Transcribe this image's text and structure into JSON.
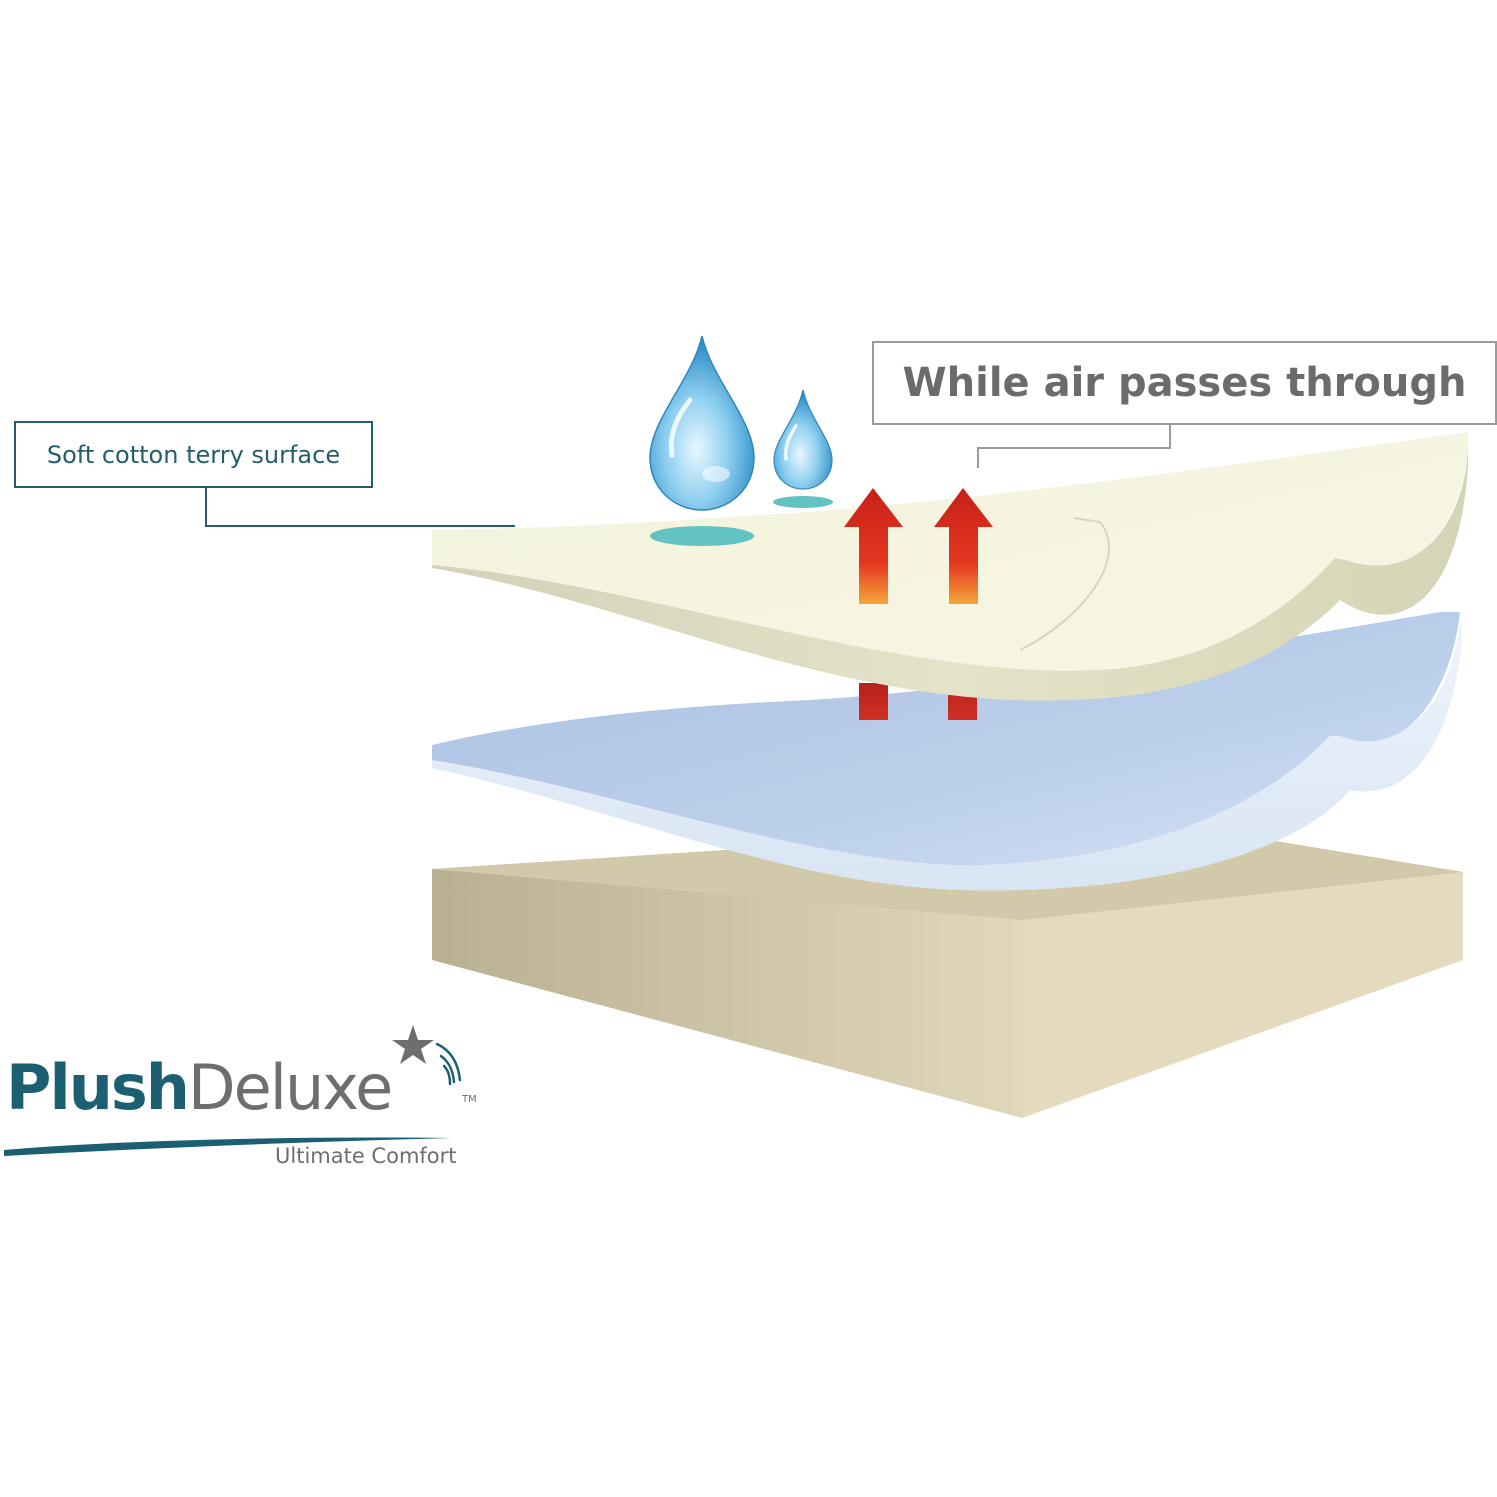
{
  "callouts": {
    "top_layer": "Soft cotton terry surface",
    "airflow": "While air passes through"
  },
  "brand": {
    "name_part1": "Plush",
    "name_part2": "Deluxe",
    "trademark": "TM",
    "tagline": "Ultimate Comfort",
    "primary_color": "#1d5f72",
    "secondary_color": "#6e6e70"
  },
  "colors": {
    "terry_layer": "#f2f1d8",
    "membrane_layer": "#bccfe9",
    "mattress": "#d6cdaf",
    "arrows": "#d7261c",
    "droplets": "#6cc0e6"
  }
}
